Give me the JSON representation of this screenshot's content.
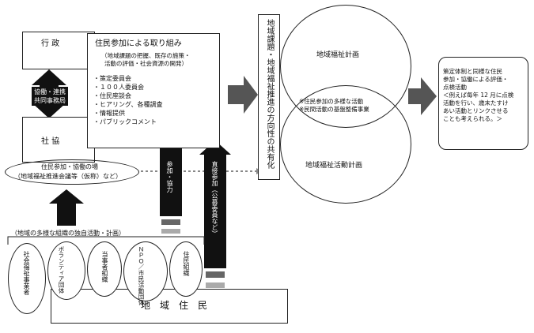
{
  "gyosei": "行 政",
  "kyodo_label": "協働・連携\n共同事務局",
  "shakyo": "社 協",
  "torikumi": {
    "title": "住民参加による取り組み",
    "sub1": "（地域課題の把握、既存の施策・",
    "sub2": "活動の評価・社会資源の開発）",
    "items": [
      "・策定委員会",
      "・１００人委員会",
      "・住民座談会",
      "・ヒアリング、各種調査",
      "・情報提供",
      "・パブリックコメント"
    ]
  },
  "ba": {
    "line1": "住民参加・協働の場",
    "line2": "（地域福祉推進会議等（仮称）など）"
  },
  "sanka_kyoryoku": "参加・協力",
  "chokusetsu_sanka": "直接参加（公募委員など）",
  "hoshosei": "地域課題・地域福祉推進の方向性の共有化",
  "keikaku": "地域福祉計画",
  "katsudo_keikaku": "地域福祉活動計画",
  "overlap": {
    "line1": "※住民参加の多様な活動",
    "line2": "※民間活動の基盤整備事業"
  },
  "right_box": {
    "lines": [
      "策定体制と同様な住民",
      "参加・協働による評価・",
      "点検活動",
      "＜例えば毎年 12 月に点検",
      "活動を行い、歳末たすけ",
      "あい活動とリンクさせる",
      "ことも考えられる。＞"
    ]
  },
  "jiritsu": "（地域の多様な組織の独自活動・計画）",
  "groups": [
    "社会福祉事業者",
    "ボランティア団体",
    "当事者組織",
    "ＮＰＯ／市民活動団体",
    "住民組織"
  ],
  "chiiki_jumin": "地　域　住　民"
}
